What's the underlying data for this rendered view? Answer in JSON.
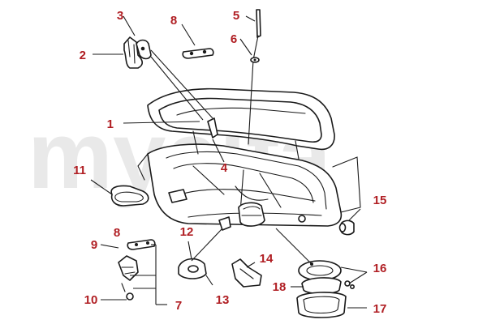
{
  "watermark": {
    "text": "myalfa",
    "color": "#e6e6e6"
  },
  "colors": {
    "callout": "#b01e23",
    "line": "#1a1a1a"
  },
  "callouts": [
    "1",
    "2",
    "3",
    "4",
    "5",
    "6",
    "7",
    "8",
    "8",
    "9",
    "10",
    "11",
    "12",
    "13",
    "14",
    "15",
    "16",
    "17",
    "18"
  ]
}
